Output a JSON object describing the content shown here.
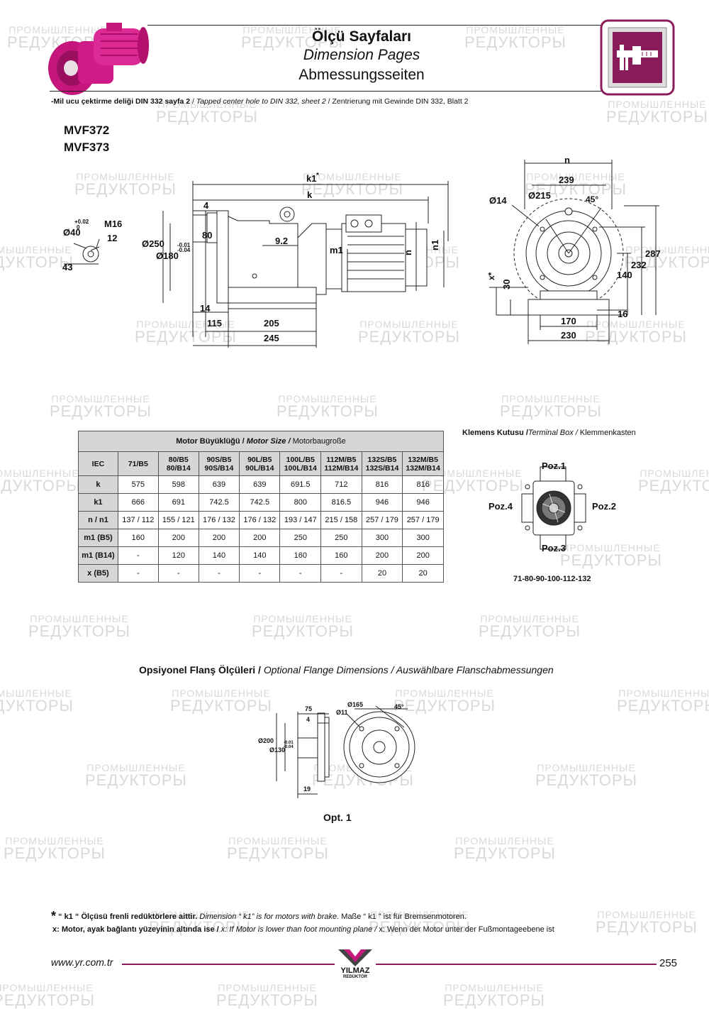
{
  "header": {
    "title_tr": "Ölçü Sayfaları",
    "title_en": "Dimension Pages",
    "title_de": "Abmessungsseiten",
    "note_tr": "-Mil ucu çektirme deliği DIN 332 sayfa 2",
    "note_en": "Tapped center hole to DIN 332, sheet 2",
    "note_de": "Zentrierung mit Gewinde DIN 332, Blatt 2",
    "sep": "/"
  },
  "watermark": {
    "line1": "ПРОМЫШЛЕННЫЕ",
    "line2": "РЕДУКТОРЫ"
  },
  "models": [
    "MVF372",
    "MVF373"
  ],
  "drawing_main": {
    "shaft": {
      "d40": "Ø40",
      "tol": "+0.02",
      "tol0": "0",
      "m16": "M16",
      "d12": "12",
      "d43": "43"
    },
    "side": {
      "k1": "k1",
      "star": "*",
      "k": "k",
      "d4": "4",
      "d80": "80",
      "d250": "Ø250",
      "d180": "Ø180",
      "tol1": "-0.01",
      "tol2": "-0.04",
      "d92": "9.2",
      "m1": "m1",
      "n": "n",
      "n1": "n1",
      "d14": "14",
      "d115": "115",
      "d205": "205",
      "d245": "245"
    },
    "front": {
      "n": "n",
      "d239": "239",
      "d14": "Ø14",
      "d215": "Ø215",
      "a45": "45°",
      "d287": "287",
      "d232": "232",
      "d140": "140",
      "x": "x*",
      "d30": "30",
      "d16": "16",
      "d170": "170",
      "d230": "230"
    }
  },
  "table": {
    "title_tr": "Motor Büyüklüğü /",
    "title_en": "Motor Size /",
    "title_de": "Motorbaugroße",
    "columns": [
      {
        "l1": "IEC",
        "l2": ""
      },
      {
        "l1": "71/B5",
        "l2": ""
      },
      {
        "l1": "80/B5",
        "l2": "80/B14"
      },
      {
        "l1": "90S/B5",
        "l2": "90S/B14"
      },
      {
        "l1": "90L/B5",
        "l2": "90L/B14"
      },
      {
        "l1": "100L/B5",
        "l2": "100L/B14"
      },
      {
        "l1": "112M/B5",
        "l2": "112M/B14"
      },
      {
        "l1": "132S/B5",
        "l2": "132S/B14"
      },
      {
        "l1": "132M/B5",
        "l2": "132M/B14"
      }
    ],
    "rows": [
      {
        "label": "k",
        "values": [
          "575",
          "598",
          "639",
          "639",
          "691.5",
          "712",
          "816",
          "816"
        ]
      },
      {
        "label": "k1",
        "values": [
          "666",
          "691",
          "742.5",
          "742.5",
          "800",
          "816.5",
          "946",
          "946"
        ]
      },
      {
        "label": "n / n1",
        "values": [
          "137 / 112",
          "155 / 121",
          "176 / 132",
          "176 / 132",
          "193 / 147",
          "215 / 158",
          "257 / 179",
          "257 / 179"
        ]
      },
      {
        "label": "m1 (B5)",
        "values": [
          "160",
          "200",
          "200",
          "200",
          "250",
          "250",
          "300",
          "300"
        ]
      },
      {
        "label": "m1 (B14)",
        "values": [
          "-",
          "120",
          "140",
          "140",
          "160",
          "160",
          "200",
          "200"
        ]
      },
      {
        "label": "x (B5)",
        "values": [
          "-",
          "-",
          "-",
          "-",
          "-",
          "-",
          "20",
          "20"
        ]
      }
    ]
  },
  "terminal_box": {
    "title_tr": "Klemens Kutusu /",
    "title_en": "Terminal Box /",
    "title_de": "Klemmenkasten",
    "poz1": "Poz.1",
    "poz2": "Poz.2",
    "poz3": "Poz.3",
    "poz4": "Poz.4",
    "sizes": "71-80-90-100-112-132"
  },
  "optional_flange": {
    "title_tr": "Opsiyonel Flanş Ölçüleri /",
    "title_en": "Optional Flange Dimensions / Auswählbare Flanschabmessungen",
    "d75": "75",
    "d4": "4",
    "d200": "Ø200",
    "d130": "Ø130",
    "tol1": "-0.01",
    "tol2": "-0.04",
    "d19": "19",
    "d165": "Ø165",
    "d11": "Ø11",
    "a45": "45°",
    "caption": "Opt. 1"
  },
  "footnotes": {
    "star": "*",
    "k1_tr": "“ k1 “ Ölçüsü frenli redüktörlere aittir.",
    "k1_en": "Dimension “ k1” is for motors with brake.",
    "k1_de": "Maße “ k1 ” ist für Bremsenmotoren.",
    "x_tr": "x: Motor, ayak bağlantı yüzeyinin altında ise /",
    "x_en": "x: If Motor is lower than foot mounting plane /",
    "x_de": "x: Wenn der Motor unter der Fußmontageebene ist"
  },
  "footer": {
    "website": "www.yr.com.tr",
    "brand": "YILMAZ",
    "brand_sub": "REDÜKTÖR",
    "page": "255"
  },
  "colors": {
    "accent": "#8b1c5c",
    "brand_pink": "#d4147f",
    "header_gray": "#d6d6d6"
  }
}
